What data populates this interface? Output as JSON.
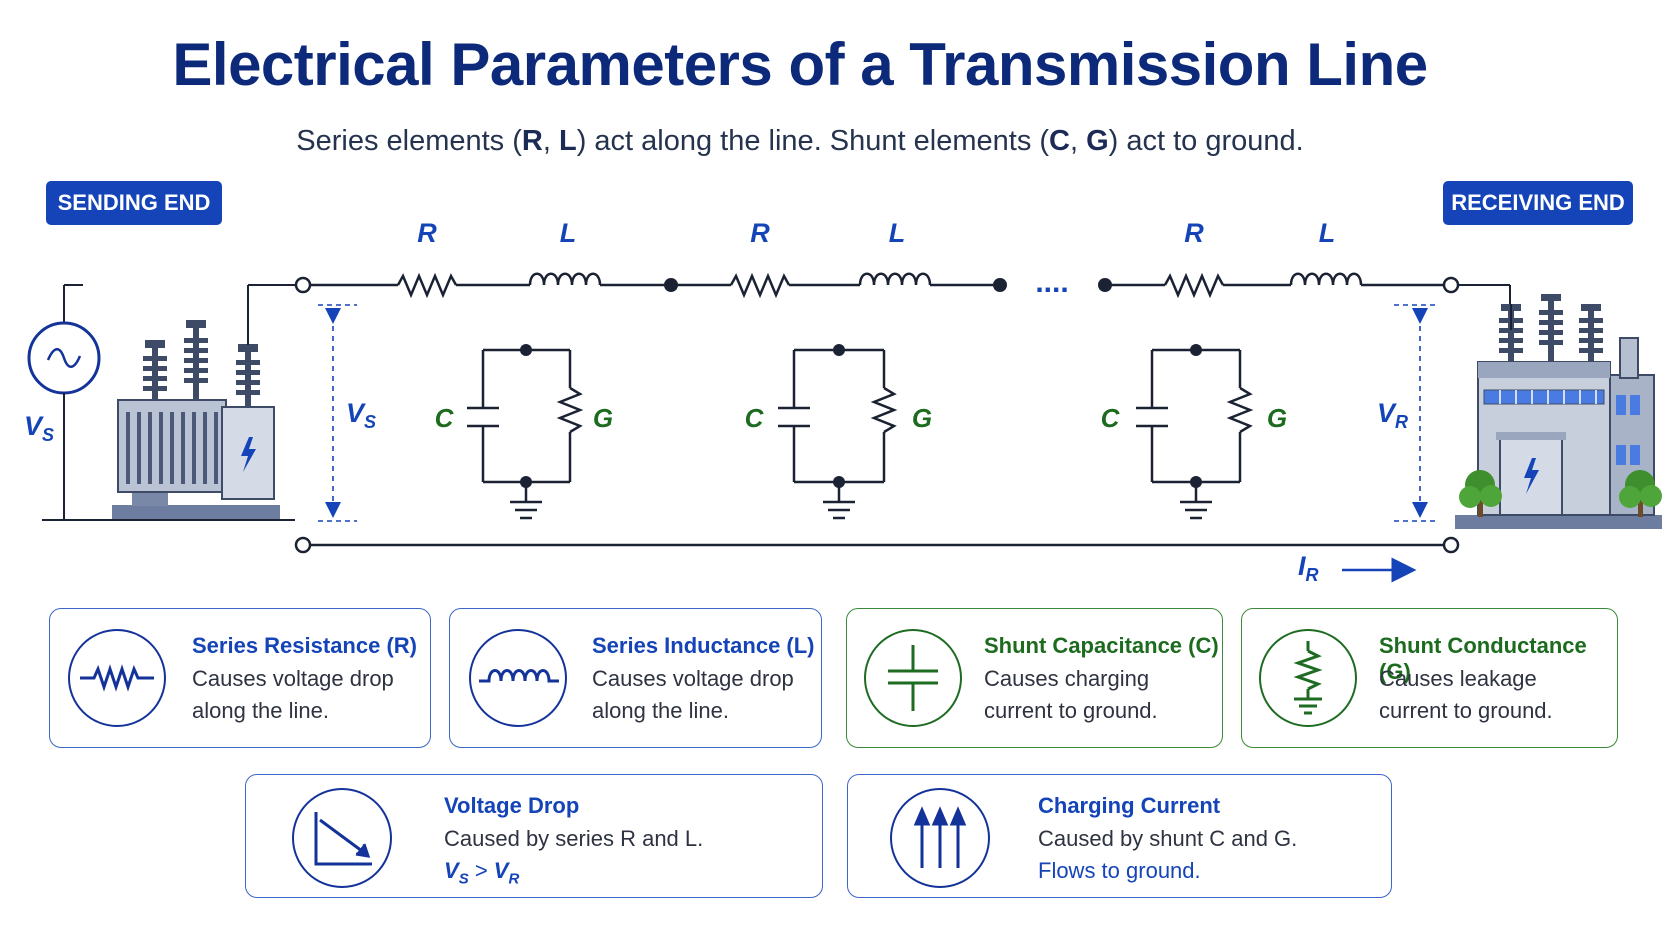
{
  "title": "Electrical Parameters of a Transmission Line",
  "subtitle": {
    "p1": "Series elements (",
    "r": "R",
    "comma1": ", ",
    "l": "L",
    "p2": ") act along the line. Shunt elements (",
    "c": "C",
    "comma2": ", ",
    "g": "G",
    "p3": ") act to ground."
  },
  "sending_end_label": "SENDING END",
  "receiving_end_label": "RECEIVING END",
  "circuit": {
    "series_labels": [
      "R",
      "L",
      "R",
      "L",
      "R",
      "L"
    ],
    "shunt_c_label": "C",
    "shunt_g_label": "G",
    "continuation": "....",
    "vs_base": "V",
    "vs_sub": "S",
    "vr_base": "V",
    "vr_sub": "R",
    "ir_base": "I",
    "ir_sub": "R"
  },
  "cards": {
    "resistance": {
      "title": "Series Resistance (R)",
      "line1": "Causes voltage drop",
      "line2": "along the line."
    },
    "inductance": {
      "title": "Series Inductance (L)",
      "line1": "Causes voltage drop",
      "line2": "along the line."
    },
    "capacitance": {
      "title": "Shunt Capacitance (C)",
      "line1": "Causes charging",
      "line2": "current to ground."
    },
    "conductance": {
      "title": "Shunt Conductance (G)",
      "line1": "Causes leakage",
      "line2": "current to ground."
    },
    "voltage_drop": {
      "title": "Voltage Drop",
      "line1": "Caused by series R and L.",
      "eq_v1": "V",
      "eq_s": "S",
      "eq_gt": " > ",
      "eq_v2": "V",
      "eq_r": "R"
    },
    "charging_current": {
      "title": "Charging Current",
      "line1": "Caused by shunt C and G.",
      "line2": "Flows to ground."
    }
  },
  "colors": {
    "navy": "#0d2a7a",
    "accent_blue": "#1444b8",
    "shunt_green": "#1c6b1e",
    "wire": "#1b2233"
  },
  "icons": [
    "ac-source-icon",
    "transformer-icon",
    "substation-icon",
    "resistor-icon",
    "inductor-icon",
    "capacitor-icon",
    "conductance-icon",
    "voltage-drop-icon",
    "charging-current-icon"
  ]
}
